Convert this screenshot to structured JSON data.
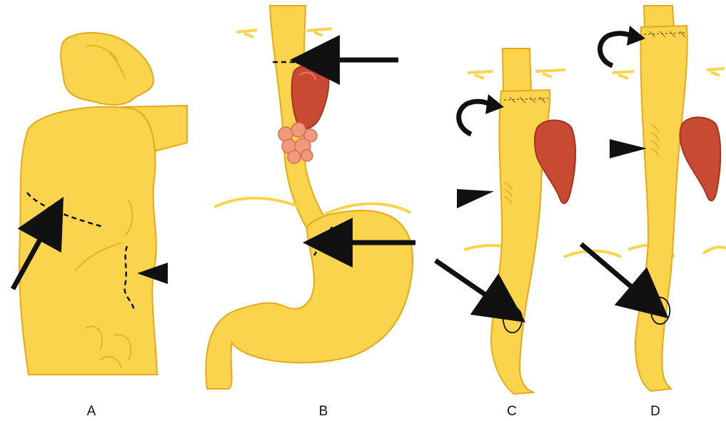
{
  "figure": {
    "panels": [
      {
        "label": "A"
      },
      {
        "label": "B"
      },
      {
        "label": "C"
      },
      {
        "label": "D"
      }
    ]
  },
  "colors": {
    "organ_fill": "#FBD44E",
    "organ_stroke": "#E8A818",
    "organ_highlight": "#FDE89A",
    "tumor_fill": "#C84A32",
    "tumor_dark": "#A8331E",
    "tumor_light": "#E77A60",
    "varix_fill": "#F0997C",
    "marker": "#111111",
    "background": "#FFFFFF"
  },
  "icons": [
    "straight-arrow-icon",
    "curved-arrow-icon",
    "arrowhead-icon"
  ]
}
